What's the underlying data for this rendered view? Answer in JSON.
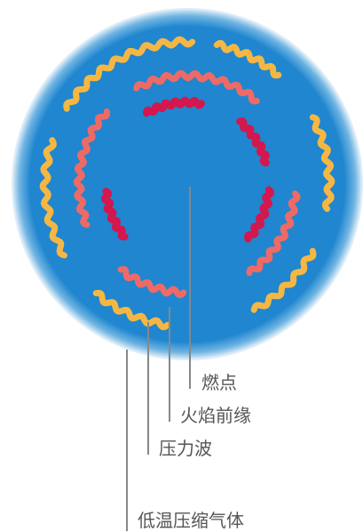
{
  "labels": {
    "ignition": "燃点",
    "flame_front": "火焰前缘",
    "pressure_wave": "压力波",
    "unburned_gas": "低温压缩气体"
  },
  "colors": {
    "chamber_fill": "#1f86cf",
    "chamber_rim": "#dcecf8",
    "ignition_ring": "#d4174d",
    "flame_front_ring": "#ee6a66",
    "pressure_wave_ring": "#f5b744",
    "leader_line": "#888888",
    "label_text": "#555555"
  }
}
